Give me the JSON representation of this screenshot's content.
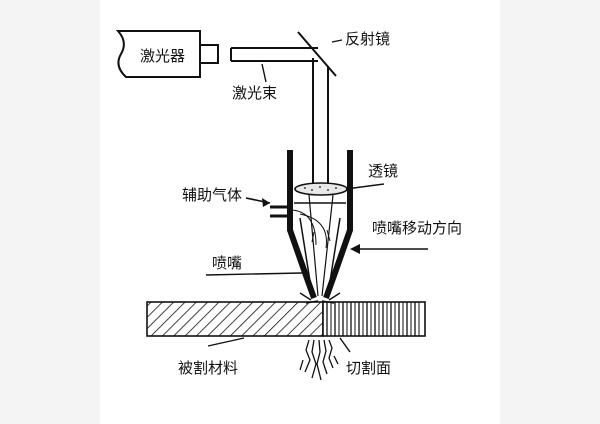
{
  "diagram": {
    "labels": {
      "laser": "激光器",
      "mirror": "反射镜",
      "beam": "激光束",
      "lens": "透镜",
      "assist_gas": "辅助气体",
      "nozzle_direction": "喷嘴移动方向",
      "nozzle": "喷嘴",
      "workpiece": "被割材料",
      "cut_surface": "切割面"
    },
    "colors": {
      "ink": "#111111",
      "background": "#ffffff",
      "margin": "#f4f4f4"
    }
  }
}
